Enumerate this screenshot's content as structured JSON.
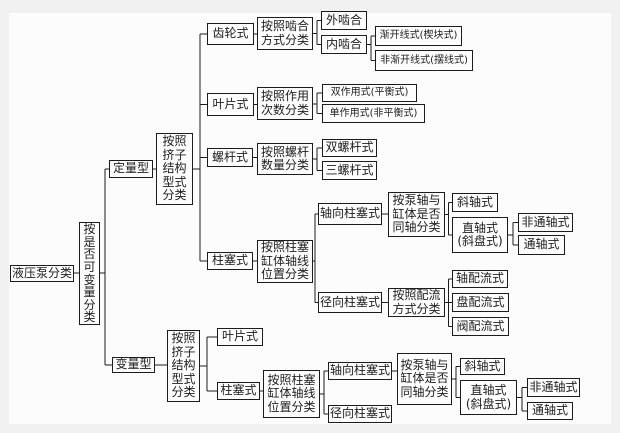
{
  "colors": {
    "page_background": "#f1f1f2",
    "panel_background": "#fcfcfc",
    "box_border": "#1c1c1c",
    "connector_line": "#1c1c1c",
    "text": "#1d1d1d"
  },
  "nodes": {
    "root": "液压泵分类",
    "by_variable": "按\n是\n否\n可\n变\n量\n分\n类",
    "fixed_type": "定量型",
    "fixed_by_structure": "按照\n挤子\n结构\n型式\n分类",
    "gear": "齿轮式",
    "gear_by_mesh": "按照啮合\n方式分类",
    "external_mesh": "外啮合",
    "internal_mesh": "内啮合",
    "involute": "渐开线式(楔块式)",
    "non_involute": "非渐开线式(摆线式)",
    "vane": "叶片式",
    "vane_by_action": "按照作用\n次数分类",
    "double_action": "双作用式(平衡式)",
    "single_action": "单作用式(非平衡式)",
    "screw": "螺杆式",
    "screw_by_count": "按照螺杆\n数量分类",
    "twin_screw": "双螺杆式",
    "triple_screw": "三螺杆式",
    "piston": "柱塞式",
    "piston_by_axis": "按照柱塞\n缸体轴线\n位置分类",
    "axial_piston": "轴向柱塞式",
    "axial_by_coaxial": "按泵轴与\n缸体是否\n同轴分类",
    "bent_axis": "斜轴式",
    "straight_axis": "直轴式\n(斜盘式)",
    "non_through_shaft": "非通轴式",
    "through_shaft": "通轴式",
    "radial_piston": "径向柱塞式",
    "radial_by_distribution": "按照配流\n方式分类",
    "shaft_distribution": "轴配流式",
    "disc_distribution": "盘配流式",
    "valve_distribution": "阀配流式",
    "variable_type": "变量型",
    "var_by_structure": "按照\n挤子\n结构\n型式\n分类",
    "var_vane": "叶片式",
    "var_piston": "柱塞式",
    "var_piston_by_axis": "按照柱塞\n缸体轴线\n位置分类",
    "var_axial_piston": "轴向柱塞式",
    "var_axial_by_coaxial": "按泵轴与\n缸体是否\n同轴分类",
    "var_bent_axis": "斜轴式",
    "var_straight_axis": "直轴式\n(斜盘式)",
    "var_non_through_shaft": "非通轴式",
    "var_through_shaft": "通轴式"
  },
  "edges": [
    [
      "root",
      "by_variable"
    ],
    [
      "by_variable",
      "fixed_type"
    ],
    [
      "by_variable",
      "variable_type"
    ],
    [
      "fixed_type",
      "fixed_by_structure"
    ],
    [
      "fixed_by_structure",
      "gear"
    ],
    [
      "fixed_by_structure",
      "vane"
    ],
    [
      "fixed_by_structure",
      "screw"
    ],
    [
      "fixed_by_structure",
      "piston"
    ],
    [
      "gear",
      "gear_by_mesh"
    ],
    [
      "gear_by_mesh",
      "external_mesh"
    ],
    [
      "gear_by_mesh",
      "internal_mesh"
    ],
    [
      "internal_mesh",
      "involute"
    ],
    [
      "internal_mesh",
      "non_involute"
    ],
    [
      "vane",
      "vane_by_action"
    ],
    [
      "vane_by_action",
      "double_action"
    ],
    [
      "vane_by_action",
      "single_action"
    ],
    [
      "screw",
      "screw_by_count"
    ],
    [
      "screw_by_count",
      "twin_screw"
    ],
    [
      "screw_by_count",
      "triple_screw"
    ],
    [
      "piston",
      "piston_by_axis"
    ],
    [
      "piston_by_axis",
      "axial_piston"
    ],
    [
      "piston_by_axis",
      "radial_piston"
    ],
    [
      "axial_piston",
      "axial_by_coaxial"
    ],
    [
      "axial_by_coaxial",
      "bent_axis"
    ],
    [
      "axial_by_coaxial",
      "straight_axis"
    ],
    [
      "straight_axis",
      "non_through_shaft"
    ],
    [
      "straight_axis",
      "through_shaft"
    ],
    [
      "radial_piston",
      "radial_by_distribution"
    ],
    [
      "radial_by_distribution",
      "shaft_distribution"
    ],
    [
      "radial_by_distribution",
      "disc_distribution"
    ],
    [
      "radial_by_distribution",
      "valve_distribution"
    ],
    [
      "variable_type",
      "var_by_structure"
    ],
    [
      "var_by_structure",
      "var_vane"
    ],
    [
      "var_by_structure",
      "var_piston"
    ],
    [
      "var_piston",
      "var_piston_by_axis"
    ],
    [
      "var_piston_by_axis",
      "var_axial_piston"
    ],
    [
      "var_piston_by_axis",
      "var_radial_piston"
    ],
    [
      "var_axial_piston",
      "var_axial_by_coaxial"
    ],
    [
      "var_axial_by_coaxial",
      "var_bent_axis"
    ],
    [
      "var_axial_by_coaxial",
      "var_straight_axis"
    ],
    [
      "var_straight_axis",
      "var_non_through_shaft"
    ],
    [
      "var_straight_axis",
      "var_through_shaft"
    ]
  ],
  "extra_nodes": {
    "var_radial_piston": "径向柱塞式"
  }
}
